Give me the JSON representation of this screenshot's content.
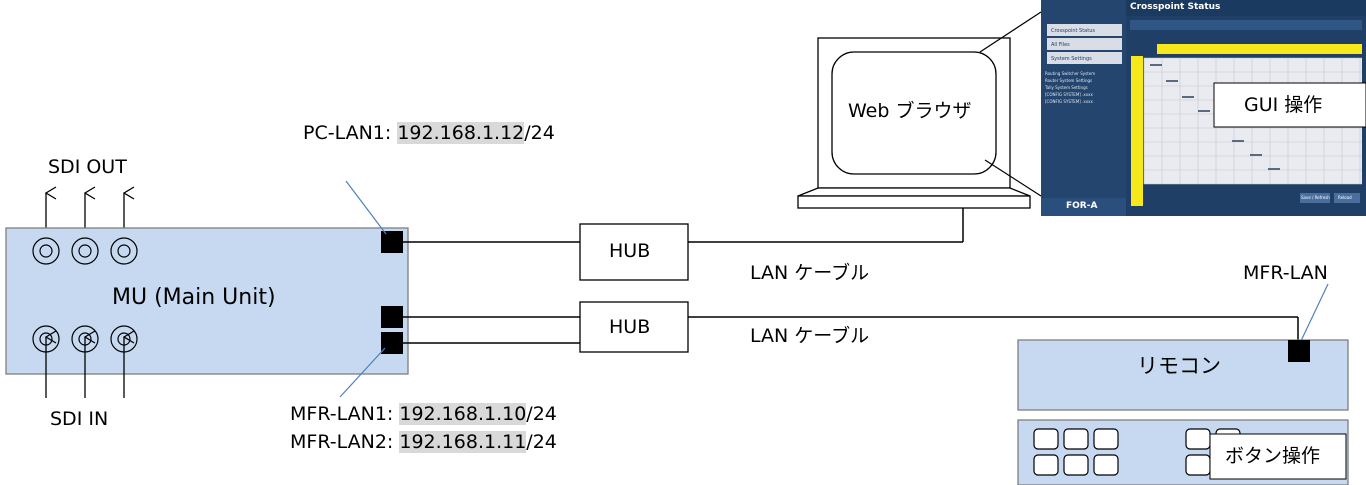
{
  "labels": {
    "sdi_out": "SDI OUT",
    "sdi_in": "SDI IN",
    "main_unit": "MU (Main Unit)",
    "hub": "HUB",
    "lan_cable": "LAN ケーブル",
    "mfr_lan": "MFR-LAN",
    "remote": "リモコン",
    "button_operation": "ボタン操作",
    "web_browser": "Web ブラウザ",
    "gui_operation": "GUI 操作"
  },
  "ports": {
    "pc_lan1": {
      "prefix": "PC-LAN1: ",
      "ip": "192.168.1.12",
      "mask": "/24"
    },
    "mfr_lan1": {
      "prefix": "MFR-LAN1: ",
      "ip": "192.168.1.10",
      "mask": "/24"
    },
    "mfr_lan2": {
      "prefix": "MFR-LAN2: ",
      "ip": "192.168.1.11",
      "mask": "/24"
    }
  },
  "screenshot": {
    "logo": "FOR-A",
    "header_title": "Crosspoint Status",
    "sidebar_buttons": [
      "Crosspoint Status",
      "All Files",
      "System Settings"
    ],
    "tree_items": [
      "Routing Switcher System",
      "Router System Settings",
      "Tally System Settings",
      "[CONFIG SYSTEM] .xxxx",
      "[CONFIG SYSTEM] .xxxx"
    ],
    "footer_buttons": [
      "Save / Refresh",
      "Reload"
    ]
  },
  "colors": {
    "unit_fill": "#c6d9f1",
    "port_fill": "#000000",
    "ip_highlight": "#d9d9d9",
    "screen_bg": "#1f3f66",
    "grid_yellow": "#f7e81c"
  }
}
